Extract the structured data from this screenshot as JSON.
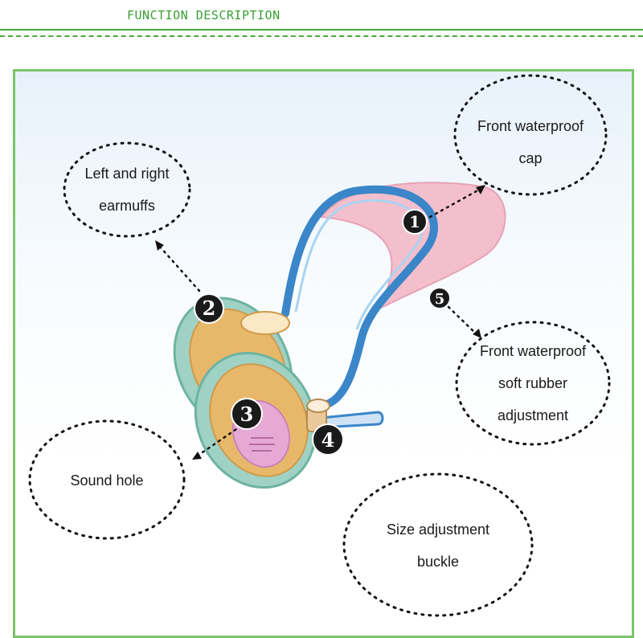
{
  "header": {
    "title": "FUNCTION DESCRIPTION"
  },
  "callouts": [
    {
      "number": "1",
      "lines": [
        "Front waterproof",
        "cap"
      ]
    },
    {
      "number": "2",
      "lines": [
        "Left and right",
        "earmuffs"
      ]
    },
    {
      "number": "3",
      "lines": [
        "Sound hole"
      ]
    },
    {
      "number": "4",
      "lines": [
        "Size adjustment",
        "buckle"
      ]
    },
    {
      "number": "5",
      "lines": [
        "Front waterproof",
        "soft rubber",
        "adjustment"
      ]
    }
  ],
  "colors": {
    "accent_green": "#4aa63c",
    "band_blue": "#3a86c8",
    "cap_pink": "#f2b8c8",
    "earmuff_teal": "#8cc9b8",
    "earmuff_orange": "#e8b86a",
    "marker_black": "#1a1a1a"
  }
}
